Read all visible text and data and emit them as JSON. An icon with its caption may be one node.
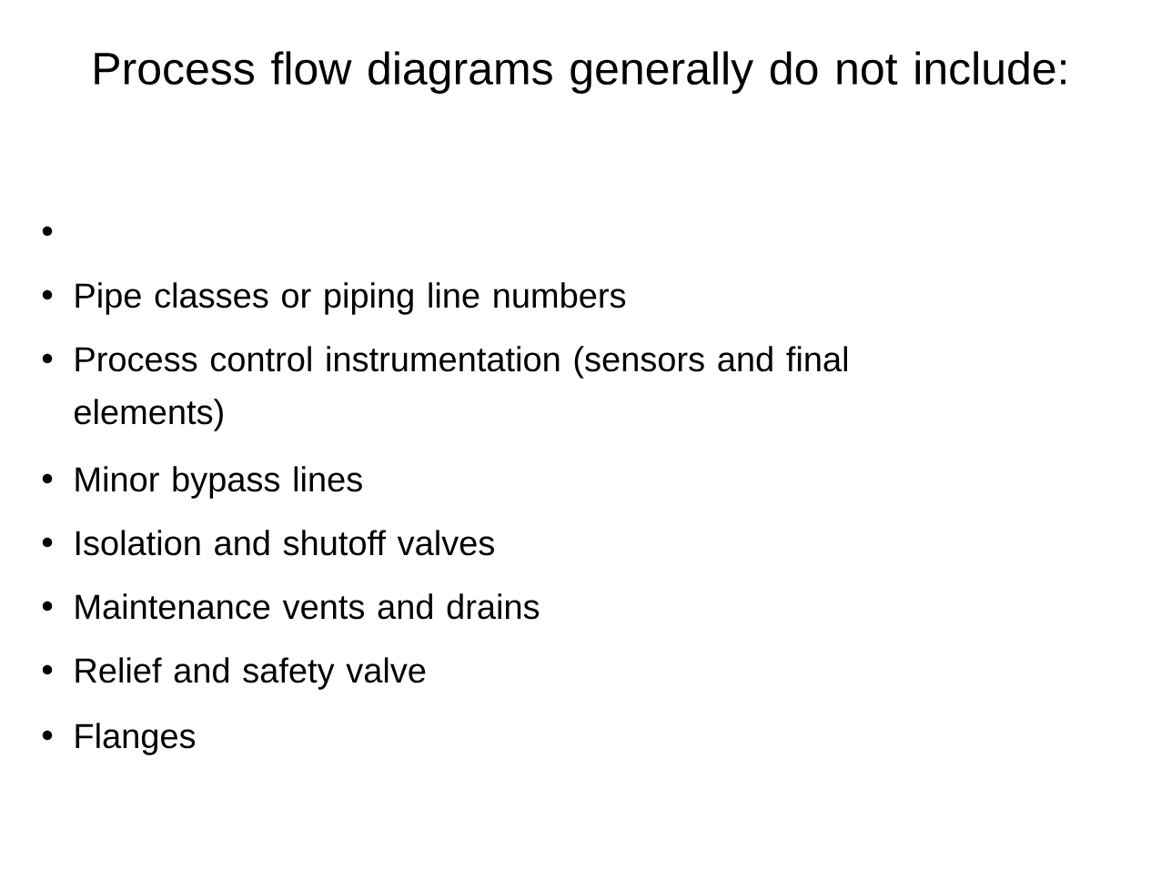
{
  "diagram": {
    "title": "Process flow diagrams generally do not include:",
    "labels": [
      "Pipe classes or piping line numbers",
      "Process control instrumentation (sensors and final elements)",
      "Minor bypass lines",
      "Isolation and shutoff valves",
      "Maintenance vents and drains",
      "Relief and safety valve",
      "Flanges"
    ]
  }
}
